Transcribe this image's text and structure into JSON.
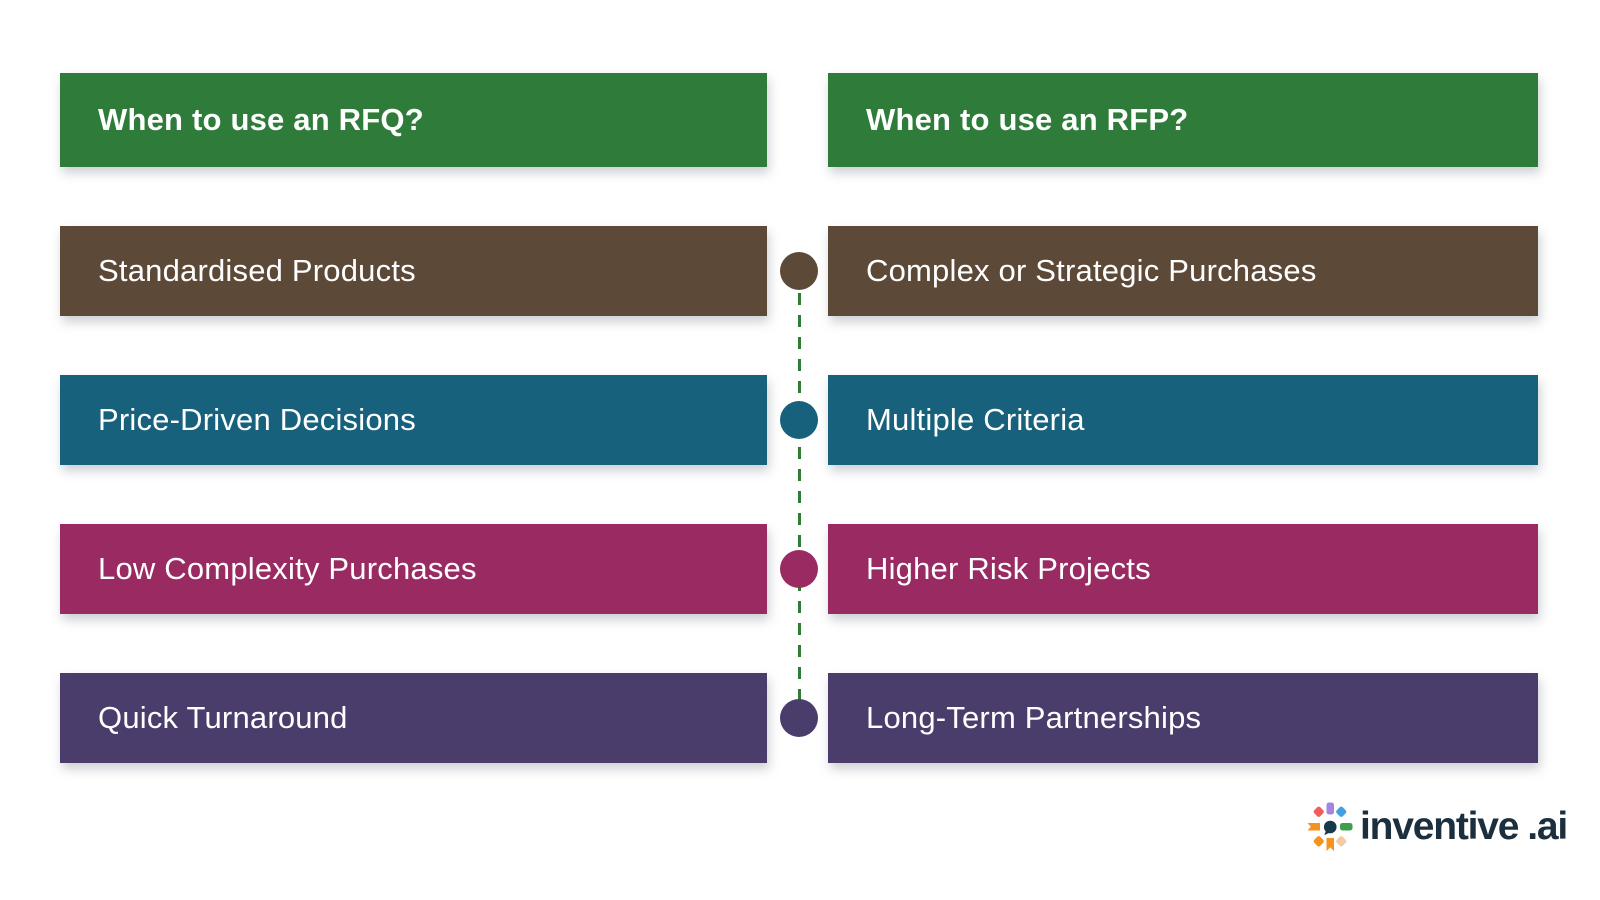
{
  "canvas": {
    "background": "#ffffff"
  },
  "comparison": {
    "header_color": "#2e7b3a",
    "row_colors": [
      "#5d4938",
      "#17617c",
      "#9a2a62",
      "#4a3d6c"
    ],
    "left": {
      "header": "When to use an RFQ?",
      "rows": [
        "Standardised Products",
        "Price-Driven Decisions",
        "Low Complexity Purchases",
        "Quick Turnaround"
      ]
    },
    "right": {
      "header": "When to use an RFP?",
      "rows": [
        "Complex or Strategic Purchases",
        "Multiple Criteria",
        "Higher Risk Projects",
        "Long-Term Partnerships"
      ]
    }
  },
  "connector": {
    "line_color": "#2e7d32",
    "dot_colors": [
      "#5d4938",
      "#17617c",
      "#9a2a62",
      "#4a3d6c"
    ]
  },
  "logo": {
    "text": "inventive",
    "suffix": ".ai",
    "text_color": "#1b2f3e",
    "icon_colors": {
      "top": "#a584e0",
      "top_right": "#42a0e0",
      "right": "#3f9e4a",
      "bottom_right": "#f5c9a4",
      "bottom": "#f6921e",
      "bottom_left": "#f6921e",
      "left": "#f6921e",
      "top_left": "#f05d5e",
      "center": "#17394a"
    }
  }
}
